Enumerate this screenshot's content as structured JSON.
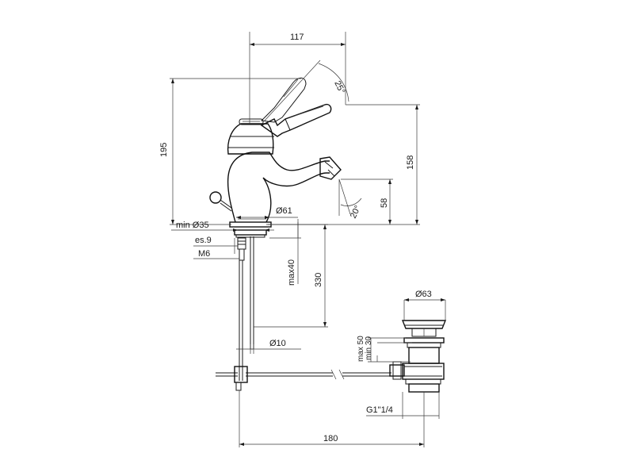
{
  "dimensions": {
    "width_117": "117",
    "height_195": "195",
    "angle_25": "25°",
    "height_158": "158",
    "height_58": "58",
    "angle_20": "20°",
    "diam_61": "Ø61",
    "min_35": "min Ø35",
    "es_9": "es.9",
    "thread_m6": "M6",
    "max_40": "max40",
    "length_330": "330",
    "diam_10": "Ø10",
    "diam_63": "Ø63",
    "max_50": "max 50",
    "min_30": "min 30",
    "thread_g": "G1\"1/4",
    "width_180": "180"
  }
}
